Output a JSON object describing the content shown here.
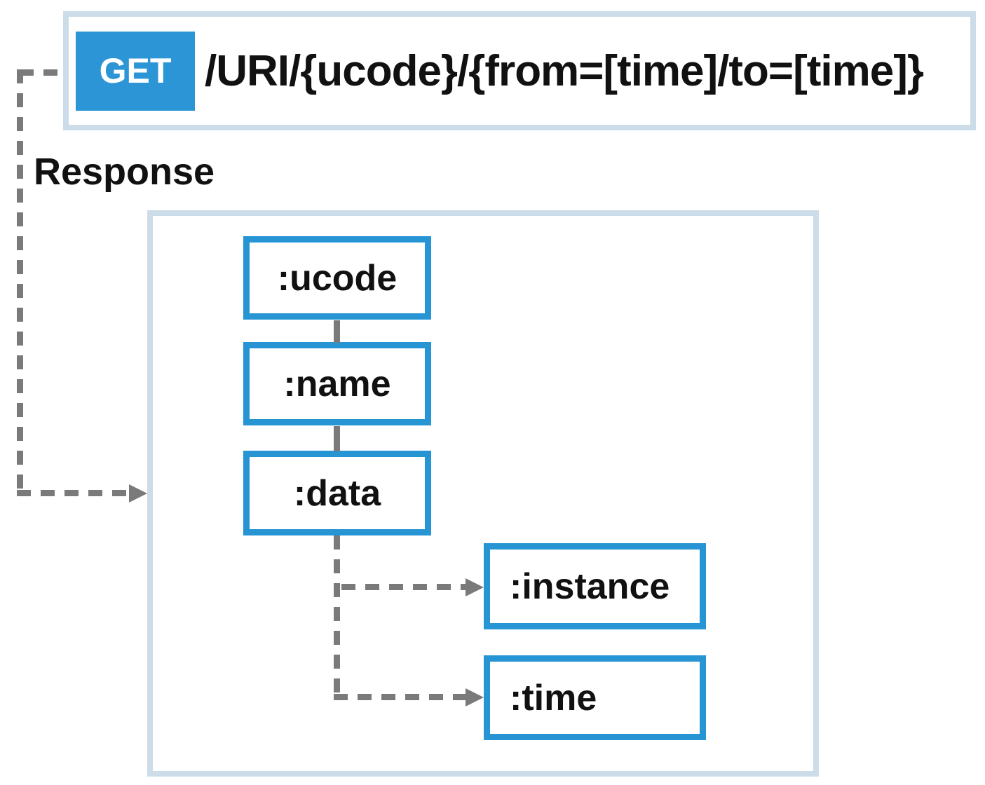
{
  "endpoint": {
    "method": "GET",
    "uri": "/URI/{ucode}/{from=[time]/to=[time]}"
  },
  "response_label": "Response",
  "tree": {
    "nodes": [
      {
        "id": "ucode",
        "label": ":ucode"
      },
      {
        "id": "name",
        "label": ":name"
      },
      {
        "id": "data",
        "label": ":data"
      },
      {
        "id": "instance",
        "label": ":instance"
      },
      {
        "id": "time",
        "label": ":time"
      }
    ]
  },
  "colors": {
    "method_badge_blue": "#2b95d5",
    "node_border_blue": "#2794d4",
    "panel_border_blue_gray": "#ccdde9",
    "connector_gray": "#7a7a7a",
    "text_black": "#111111"
  }
}
